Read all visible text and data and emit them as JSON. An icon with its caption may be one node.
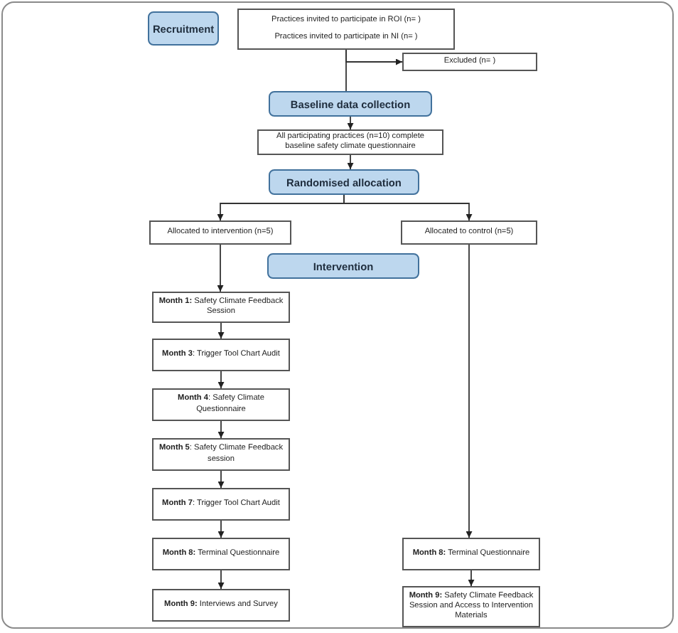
{
  "diagram": {
    "nodes": [
      {
        "text": [
          "Recruitment"
        ]
      },
      {
        "text": [
          "Practices invited to participate in ROI (n= )",
          "Practices invited to participate in NI (n= )"
        ]
      },
      {
        "text": [
          "Excluded (n= )"
        ]
      },
      {
        "text": [
          "Baseline data collection"
        ]
      },
      {
        "text": [
          "All participating practices (n=10) complete baseline safety climate questionnaire"
        ]
      },
      {
        "text": [
          "Randomised allocation"
        ]
      },
      {
        "text": [
          "Allocated to intervention (n=5)"
        ]
      },
      {
        "text": [
          "Allocated to control (n=5)"
        ]
      },
      {
        "text": [
          "Intervention"
        ]
      },
      {
        "text": [
          "**Month 1:** Safety Climate Feedback Session"
        ]
      },
      {
        "text": [
          "**Month 3**: Trigger Tool Chart Audit"
        ]
      },
      {
        "text": [
          "**Month 4**: Safety Climate Questionnaire"
        ]
      },
      {
        "text": [
          "**Month 5**: Safety Climate Feedback session"
        ]
      },
      {
        "text": [
          "**Month 7**: Trigger Tool Chart Audit"
        ]
      },
      {
        "text": [
          "**Month 8:** Terminal Questionnaire"
        ]
      },
      {
        "text": [
          "**Month 9:** Interviews and Survey"
        ]
      },
      {
        "text": [
          "**Month 8:** Terminal Questionnaire"
        ]
      },
      {
        "text": [
          "**Month 9:** Safety Climate Feedback Session and Access to Intervention Materials"
        ]
      }
    ],
    "edges": [
      {
        "from": 1,
        "to": 2,
        "arrow": "to"
      },
      {
        "from": 1,
        "to": 3,
        "arrow": "none"
      },
      {
        "from": 3,
        "to": 4,
        "arrow": "to"
      },
      {
        "from": 4,
        "to": 5,
        "arrow": "to"
      },
      {
        "from": 5,
        "to": 6,
        "arrow": "to"
      },
      {
        "from": 5,
        "to": 7,
        "arrow": "to"
      },
      {
        "from": 6,
        "to": 9,
        "arrow": "to"
      },
      {
        "from": 9,
        "to": 10,
        "arrow": "to"
      },
      {
        "from": 10,
        "to": 11,
        "arrow": "to"
      },
      {
        "from": 11,
        "to": 12,
        "arrow": "to"
      },
      {
        "from": 12,
        "to": 13,
        "arrow": "to"
      },
      {
        "from": 13,
        "to": 14,
        "arrow": "to"
      },
      {
        "from": 14,
        "to": 15,
        "arrow": "to"
      },
      {
        "from": 7,
        "to": 16,
        "arrow": "to"
      },
      {
        "from": 16,
        "to": 17,
        "arrow": "to"
      }
    ]
  }
}
